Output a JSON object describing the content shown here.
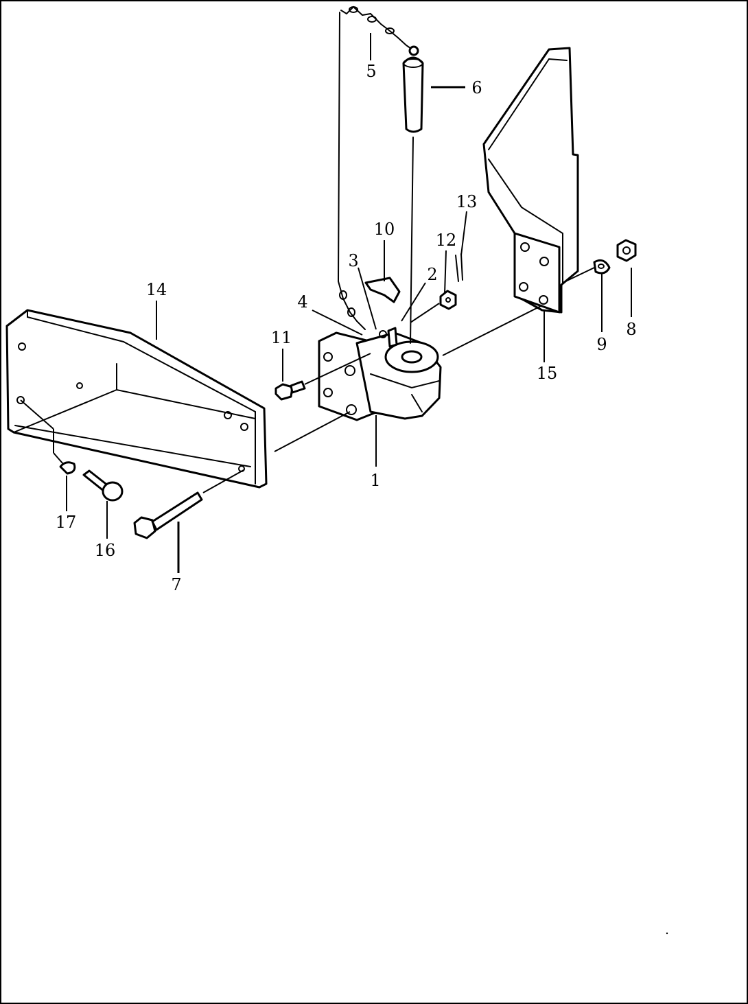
{
  "labels": [
    {
      "id": "1",
      "text": "1"
    },
    {
      "id": "2",
      "text": "2"
    },
    {
      "id": "3",
      "text": "3"
    },
    {
      "id": "4",
      "text": "4"
    },
    {
      "id": "5",
      "text": "5"
    },
    {
      "id": "6",
      "text": "6"
    },
    {
      "id": "7",
      "text": "7"
    },
    {
      "id": "8",
      "text": "8"
    },
    {
      "id": "9",
      "text": "9"
    },
    {
      "id": "10",
      "text": "10"
    },
    {
      "id": "11",
      "text": "11"
    },
    {
      "id": "12",
      "text": "12"
    },
    {
      "id": "13",
      "text": "13"
    },
    {
      "id": "14",
      "text": "14"
    },
    {
      "id": "15",
      "text": "15"
    },
    {
      "id": "16",
      "text": "16"
    },
    {
      "id": "17",
      "text": "17"
    }
  ]
}
